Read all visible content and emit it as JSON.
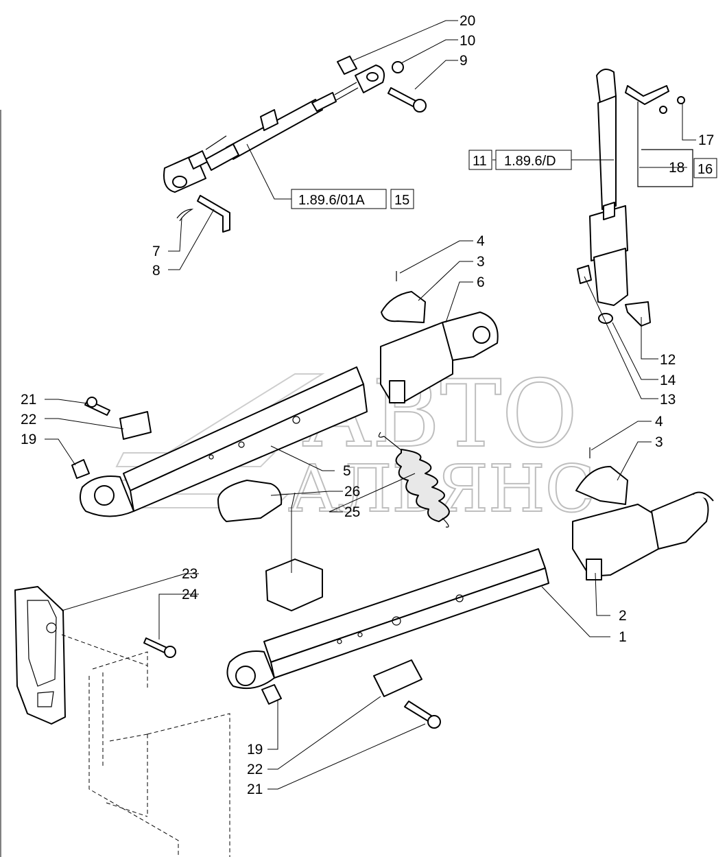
{
  "watermark": {
    "line1": "АВТО",
    "line2": "АЛЬЯНС"
  },
  "callouts": {
    "c20": "20",
    "c10": "10",
    "c9": "9",
    "c7": "7",
    "c8": "8",
    "c17": "17",
    "c18": "18",
    "c4a": "4",
    "c3a": "3",
    "c6": "6",
    "c12": "12",
    "c14": "14",
    "c13": "13",
    "c21a": "21",
    "c22a": "22",
    "c19a": "19",
    "c5": "5",
    "c26": "26",
    "c25": "25",
    "c4b": "4",
    "c3b": "3",
    "c23": "23",
    "c24": "24",
    "c2": "2",
    "c1": "1",
    "c19b": "19",
    "c22b": "22",
    "c21b": "21"
  },
  "references": {
    "top_link_left": {
      "ref": "1.89.6/01A",
      "qty": "15"
    },
    "top_link_right": {
      "ref": "1.89.6/D",
      "qty": "11"
    },
    "bracket_right": {
      "qty": "16"
    }
  }
}
